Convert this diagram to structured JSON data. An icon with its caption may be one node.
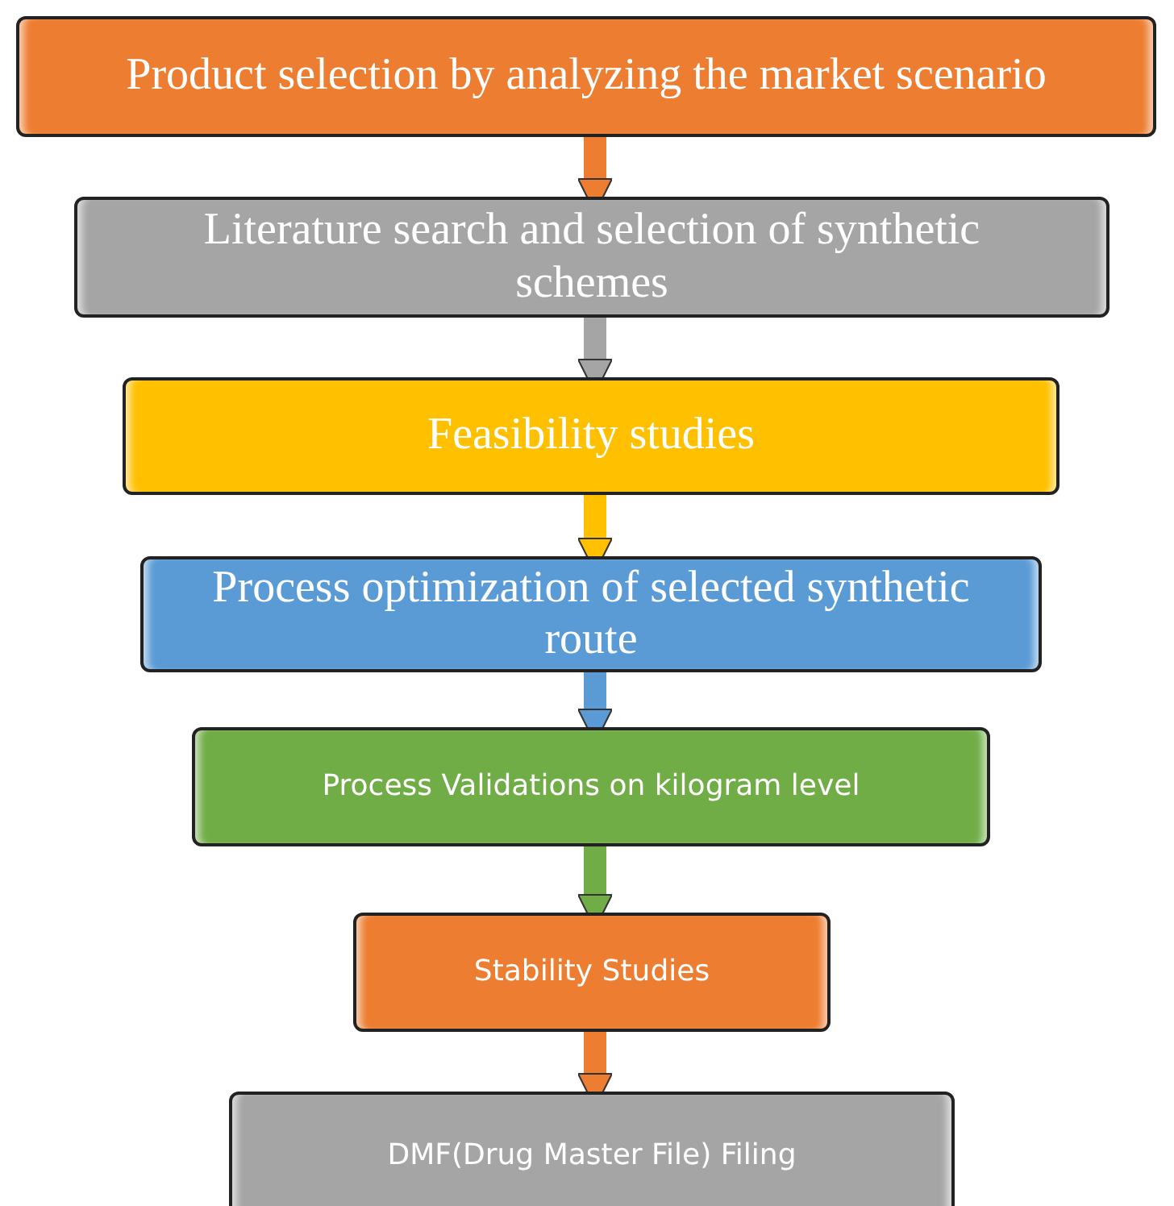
{
  "diagram": {
    "nodes": [
      {
        "text": [
          "Product selection by analyzing the market scenario"
        ]
      },
      {
        "text": [
          "Literature search and selection of synthetic schemes"
        ]
      },
      {
        "text": [
          "Feasibility studies"
        ]
      },
      {
        "text": [
          "Process optimization of selected synthetic route"
        ]
      },
      {
        "text": [
          "Process Validations on kilogram level"
        ]
      },
      {
        "text": [
          "Stability Studies"
        ]
      },
      {
        "text": [
          "DMF(Drug Master File) Filing"
        ]
      }
    ],
    "edges": [
      {
        "from": 0,
        "to": 1,
        "arrow": "to",
        "color": "#ed7d31"
      },
      {
        "from": 1,
        "to": 2,
        "arrow": "to",
        "color": "#a5a5a5"
      },
      {
        "from": 2,
        "to": 3,
        "arrow": "to",
        "color": "#ffc000"
      },
      {
        "from": 3,
        "to": 4,
        "arrow": "to",
        "color": "#5b9bd5"
      },
      {
        "from": 4,
        "to": 5,
        "arrow": "to",
        "color": "#70ad47"
      },
      {
        "from": 5,
        "to": 6,
        "arrow": "to",
        "color": "#ed7d31"
      }
    ]
  }
}
